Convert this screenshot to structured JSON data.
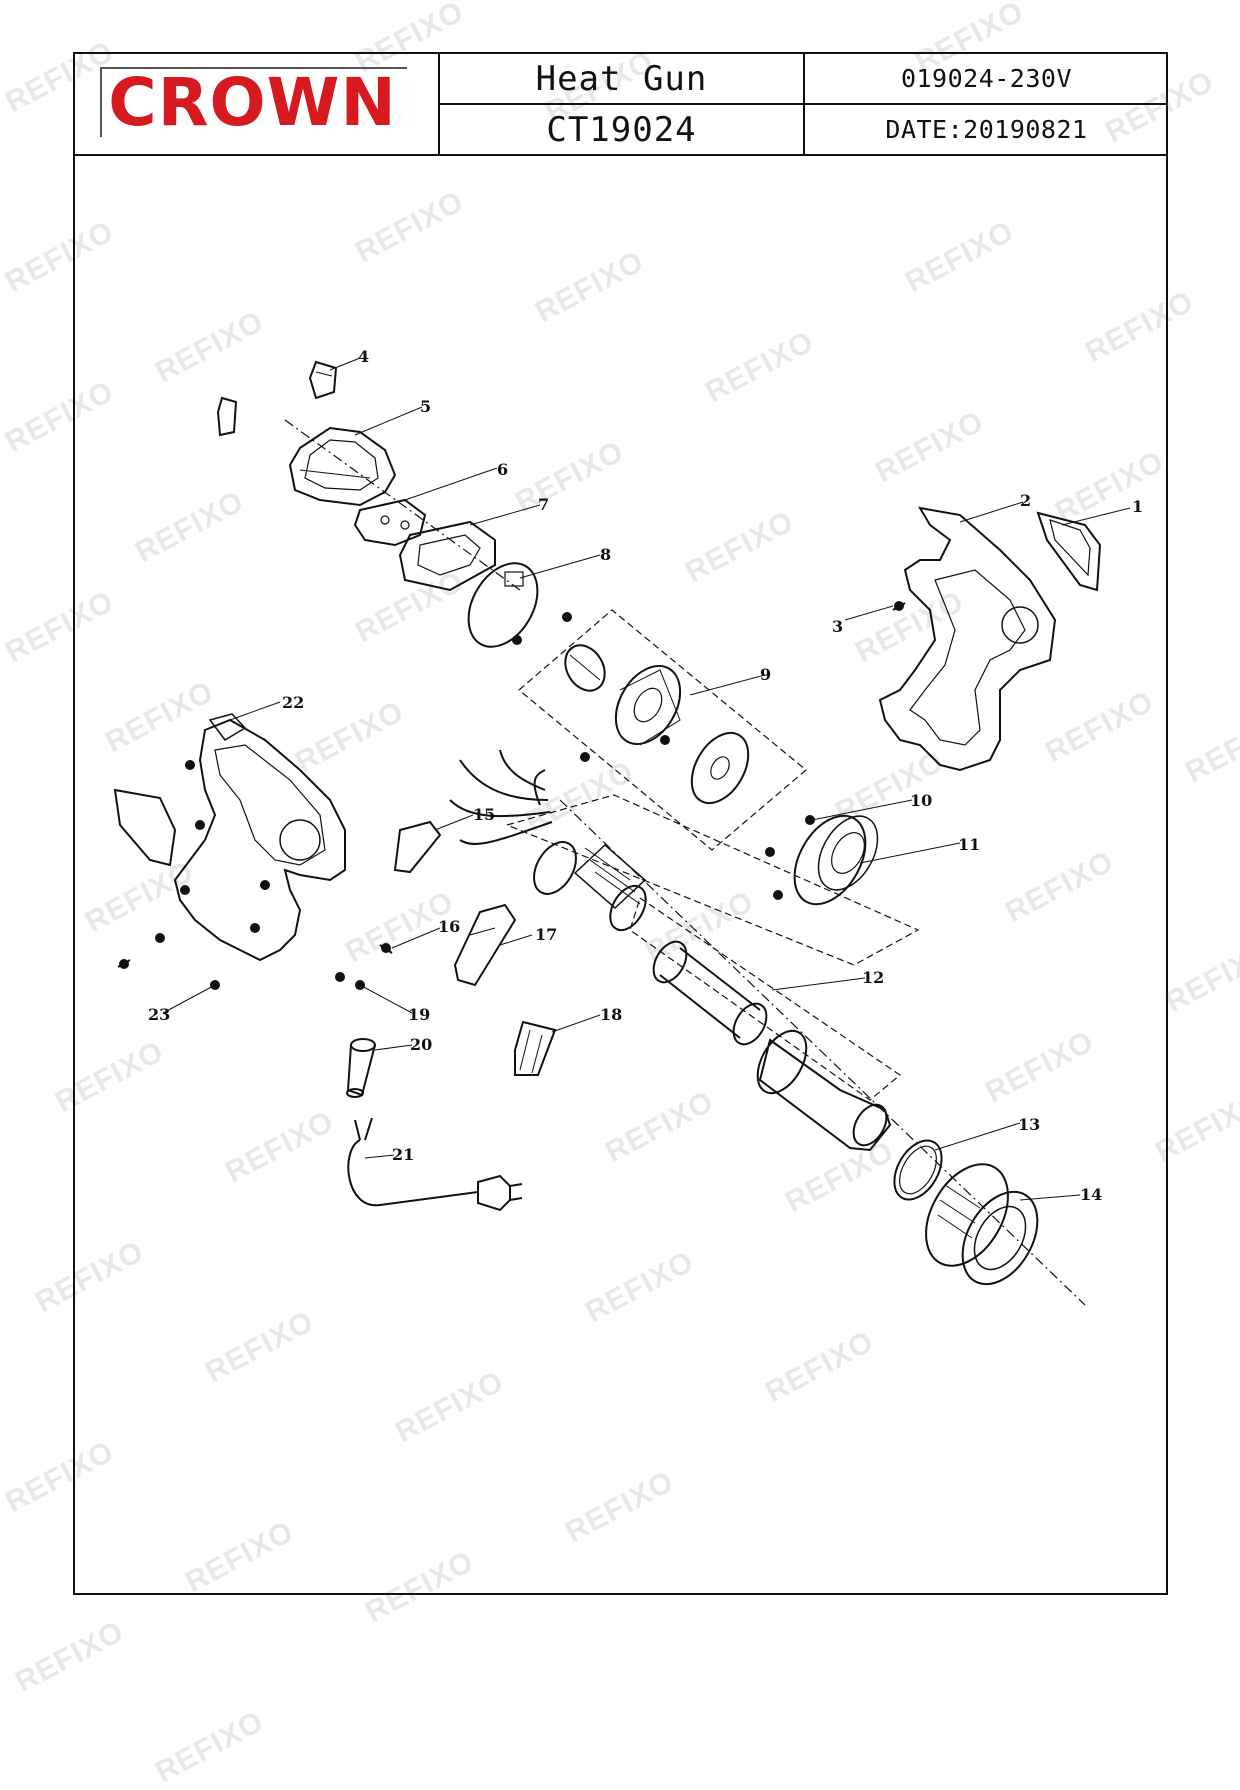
{
  "header": {
    "brand": "CROWN",
    "product_name": "Heat Gun",
    "model": "CT19024",
    "code": "019024-230V",
    "date": "DATE:20190821"
  },
  "colors": {
    "brand_red": "#d71920",
    "line": "#111111",
    "watermark": "#787878"
  },
  "watermark_text": "REFIXO",
  "callouts": [
    "1",
    "2",
    "3",
    "4",
    "5",
    "6",
    "7",
    "8",
    "9",
    "10",
    "11",
    "12",
    "13",
    "14",
    "15",
    "16",
    "17",
    "18",
    "19",
    "20",
    "21",
    "22",
    "23"
  ]
}
